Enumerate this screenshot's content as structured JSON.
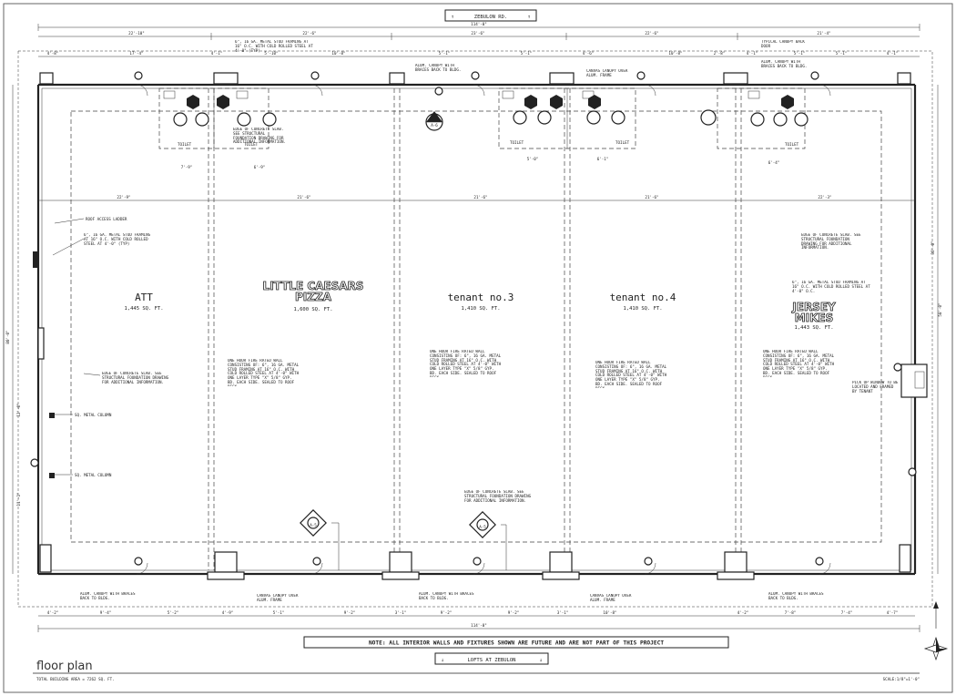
{
  "header_street": "ZEBULON RD.",
  "footer_street": "LOFTS AT ZEBULON",
  "note": "NOTE: ALL INTERIOR WALLS AND FIXTURES SHOWN ARE FUTURE AND ARE NOT PART OF THIS PROJECT",
  "title": "floor plan",
  "total_area": "TOTAL BUILDING AREA = 7262 SQ. FT.",
  "scale": "SCALE:1/8\"=1'-0\"",
  "overall_dim": "114'-0\"",
  "tenants": [
    {
      "name": "ATT",
      "area": "1,445 SQ. FT."
    },
    {
      "name": "LITTLE CAESARS",
      "name2": "PIZZA",
      "area": "1,600 SQ. FT."
    },
    {
      "name": "tenant no.3",
      "area": "1,410 SQ. FT."
    },
    {
      "name": "tenant no.4",
      "area": "1,410 SQ. FT."
    },
    {
      "name": "JERSEY",
      "name2": "MIKES",
      "area": "1,443 SQ. FT."
    }
  ],
  "top_dims": [
    "22'-10\"",
    "22'-6\"",
    "23'-6\"",
    "22'-6\"",
    "21'-4\""
  ],
  "top_subdims": [
    "4'-8\"",
    "17'-4\"",
    "4'-1\"",
    "5'-10\"",
    "10'-8\"",
    "5'-1\"",
    "5'-1\"",
    "4'-6\"",
    "10'-8\"",
    "2'-8\"",
    "4'-1\"",
    "5'-1\"",
    "5'-1\"",
    "4'-1\""
  ],
  "mid_dims": [
    "22'-9\"",
    "21'-6\"",
    "21'-6\"",
    "21'-6\"",
    "22'-3\""
  ],
  "bottom_dims": [
    "4'-2\"",
    "9'-4\"",
    "5'-2\"",
    "4'-9\"",
    "5'-1\"",
    "9'-2\"",
    "3'-1\"",
    "9'-2\"",
    "9'-2\"",
    "3'-1\"",
    "10'-8\"",
    "4'-2\"",
    "7'-8\"",
    "7'-4\"",
    "4'-7\""
  ],
  "right_dims": [
    "36'-0\"",
    "58'-0\""
  ],
  "left_dims": [
    "80'-0\"",
    "12'-0\"",
    "11'-1\""
  ],
  "notes": {
    "roof_access": "ROOF ACCESS LADDER",
    "stud_left": "6\", 16 GA. METAL STUD FRAMING AT 16\" O.C. WITH COLD ROLLED STEEL AT 4'-0\" (TYP)",
    "stud_top": "6\", 16 GA. METAL STUD FRAMING AT 16\" O.C. WITH COLD ROLLED STEEL AT 4'-0\" (TYP)",
    "edge_slab": "EDGE OF CONCRETE SLAB. SEE STRUCTURAL FOUNDATION DRAWING FOR ADDITIONAL INFORMATION.",
    "col1": "SQ. METAL COLUMN",
    "col2": "SQ. METAL COLUMN",
    "fire_wall": "ONE HOUR FIRE RATED WALL CONSISTING OF: 6\", 16 GA. METAL STUD FRAMING AT 16\" O.C. WITH COLD ROLLED STEEL AT 4'-0\" WITH ONE LAYER TYPE \"X\" 5/8\" GYP. BD. EACH SIDE. SEALED TO ROOF DECK",
    "canopy_alum": "ALUM. CANOPY WITH BRACES BACK TO BLDG.",
    "canvas_canopy": "CANVAS CANOPY OVER ALUM. FRAME",
    "typical_canopy": "TYPICAL CANOPY BACK DOOR",
    "stud_right": "6\", 16 GA. METAL STUD FRAMING AT 16\" O.C. WITH COLD ROLLED STEEL AT 4'-0\" O.C.",
    "pickup_window": "PICK UP WINDOW TO BE LOCATED AND FRAMED BY TENANT",
    "toilet": "TOILET"
  },
  "colors": {
    "line": "#222222",
    "bg": "#ffffff"
  }
}
